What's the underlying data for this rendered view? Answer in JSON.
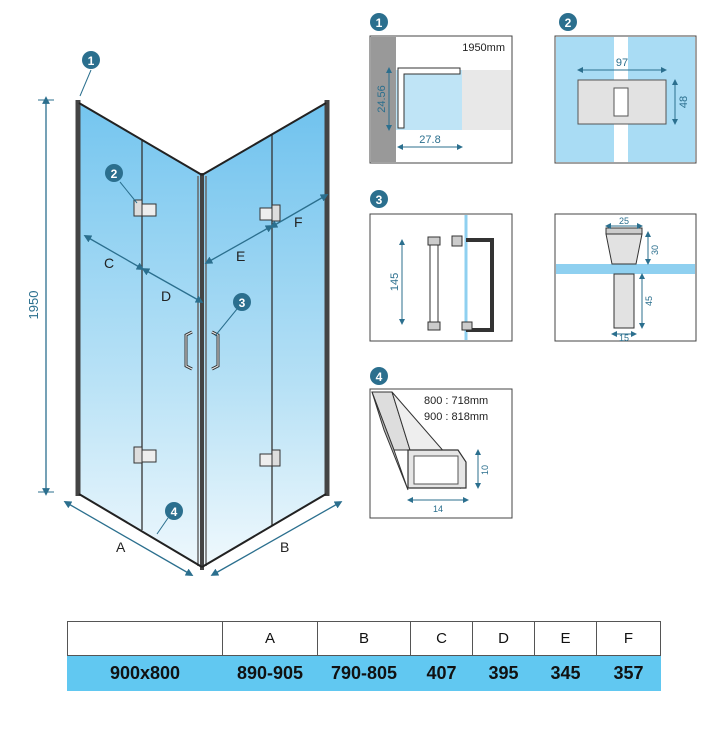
{
  "main": {
    "height_label": "1950",
    "labels": {
      "a": "A",
      "b": "B",
      "c": "C",
      "d": "D",
      "e": "E",
      "f": "F"
    },
    "markers": [
      "1",
      "2",
      "3",
      "4"
    ]
  },
  "details": {
    "d1": {
      "marker": "1",
      "height": "1950mm",
      "dim_v": "24.56",
      "dim_h": "27.8"
    },
    "d2": {
      "marker": "2",
      "dim_w": "97",
      "dim_h": "48"
    },
    "d3": {
      "marker": "3",
      "dim_v": "145"
    },
    "d3b": {
      "dim_w": "25",
      "dim_h1": "30",
      "dim_h2": "45",
      "dim_w2": "15"
    },
    "d4": {
      "marker": "4",
      "line1": "800 : 718mm",
      "line2": "900 : 818mm",
      "dim_v": "10",
      "dim_h": "14"
    }
  },
  "table": {
    "headers": [
      "",
      "A",
      "B",
      "C",
      "D",
      "E",
      "F"
    ],
    "values": [
      "900x800",
      "890-905",
      "790-805",
      "407",
      "395",
      "345",
      "357"
    ]
  },
  "colors": {
    "accent": "#2b6f8e",
    "glass": "#8fd0f0",
    "row": "#61c8f1"
  }
}
